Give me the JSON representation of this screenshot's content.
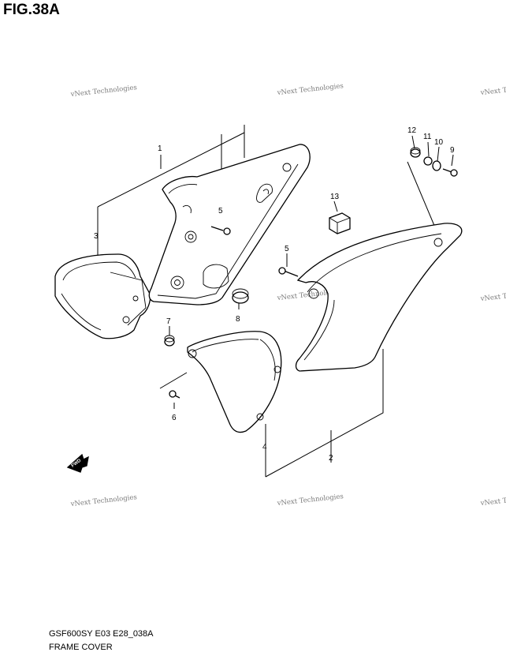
{
  "figure": {
    "title": "FIG.38A"
  },
  "footer": {
    "model_code": "GSF600SY E03 E28_038A",
    "assembly_name": "FRAME COVER"
  },
  "watermark": {
    "text": "vNext Technologies"
  },
  "front_arrow": {
    "label": "FWD"
  },
  "callouts": [
    "1",
    "2",
    "3",
    "4",
    "5",
    "5",
    "6",
    "7",
    "8",
    "9",
    "10",
    "11",
    "12",
    "13"
  ]
}
